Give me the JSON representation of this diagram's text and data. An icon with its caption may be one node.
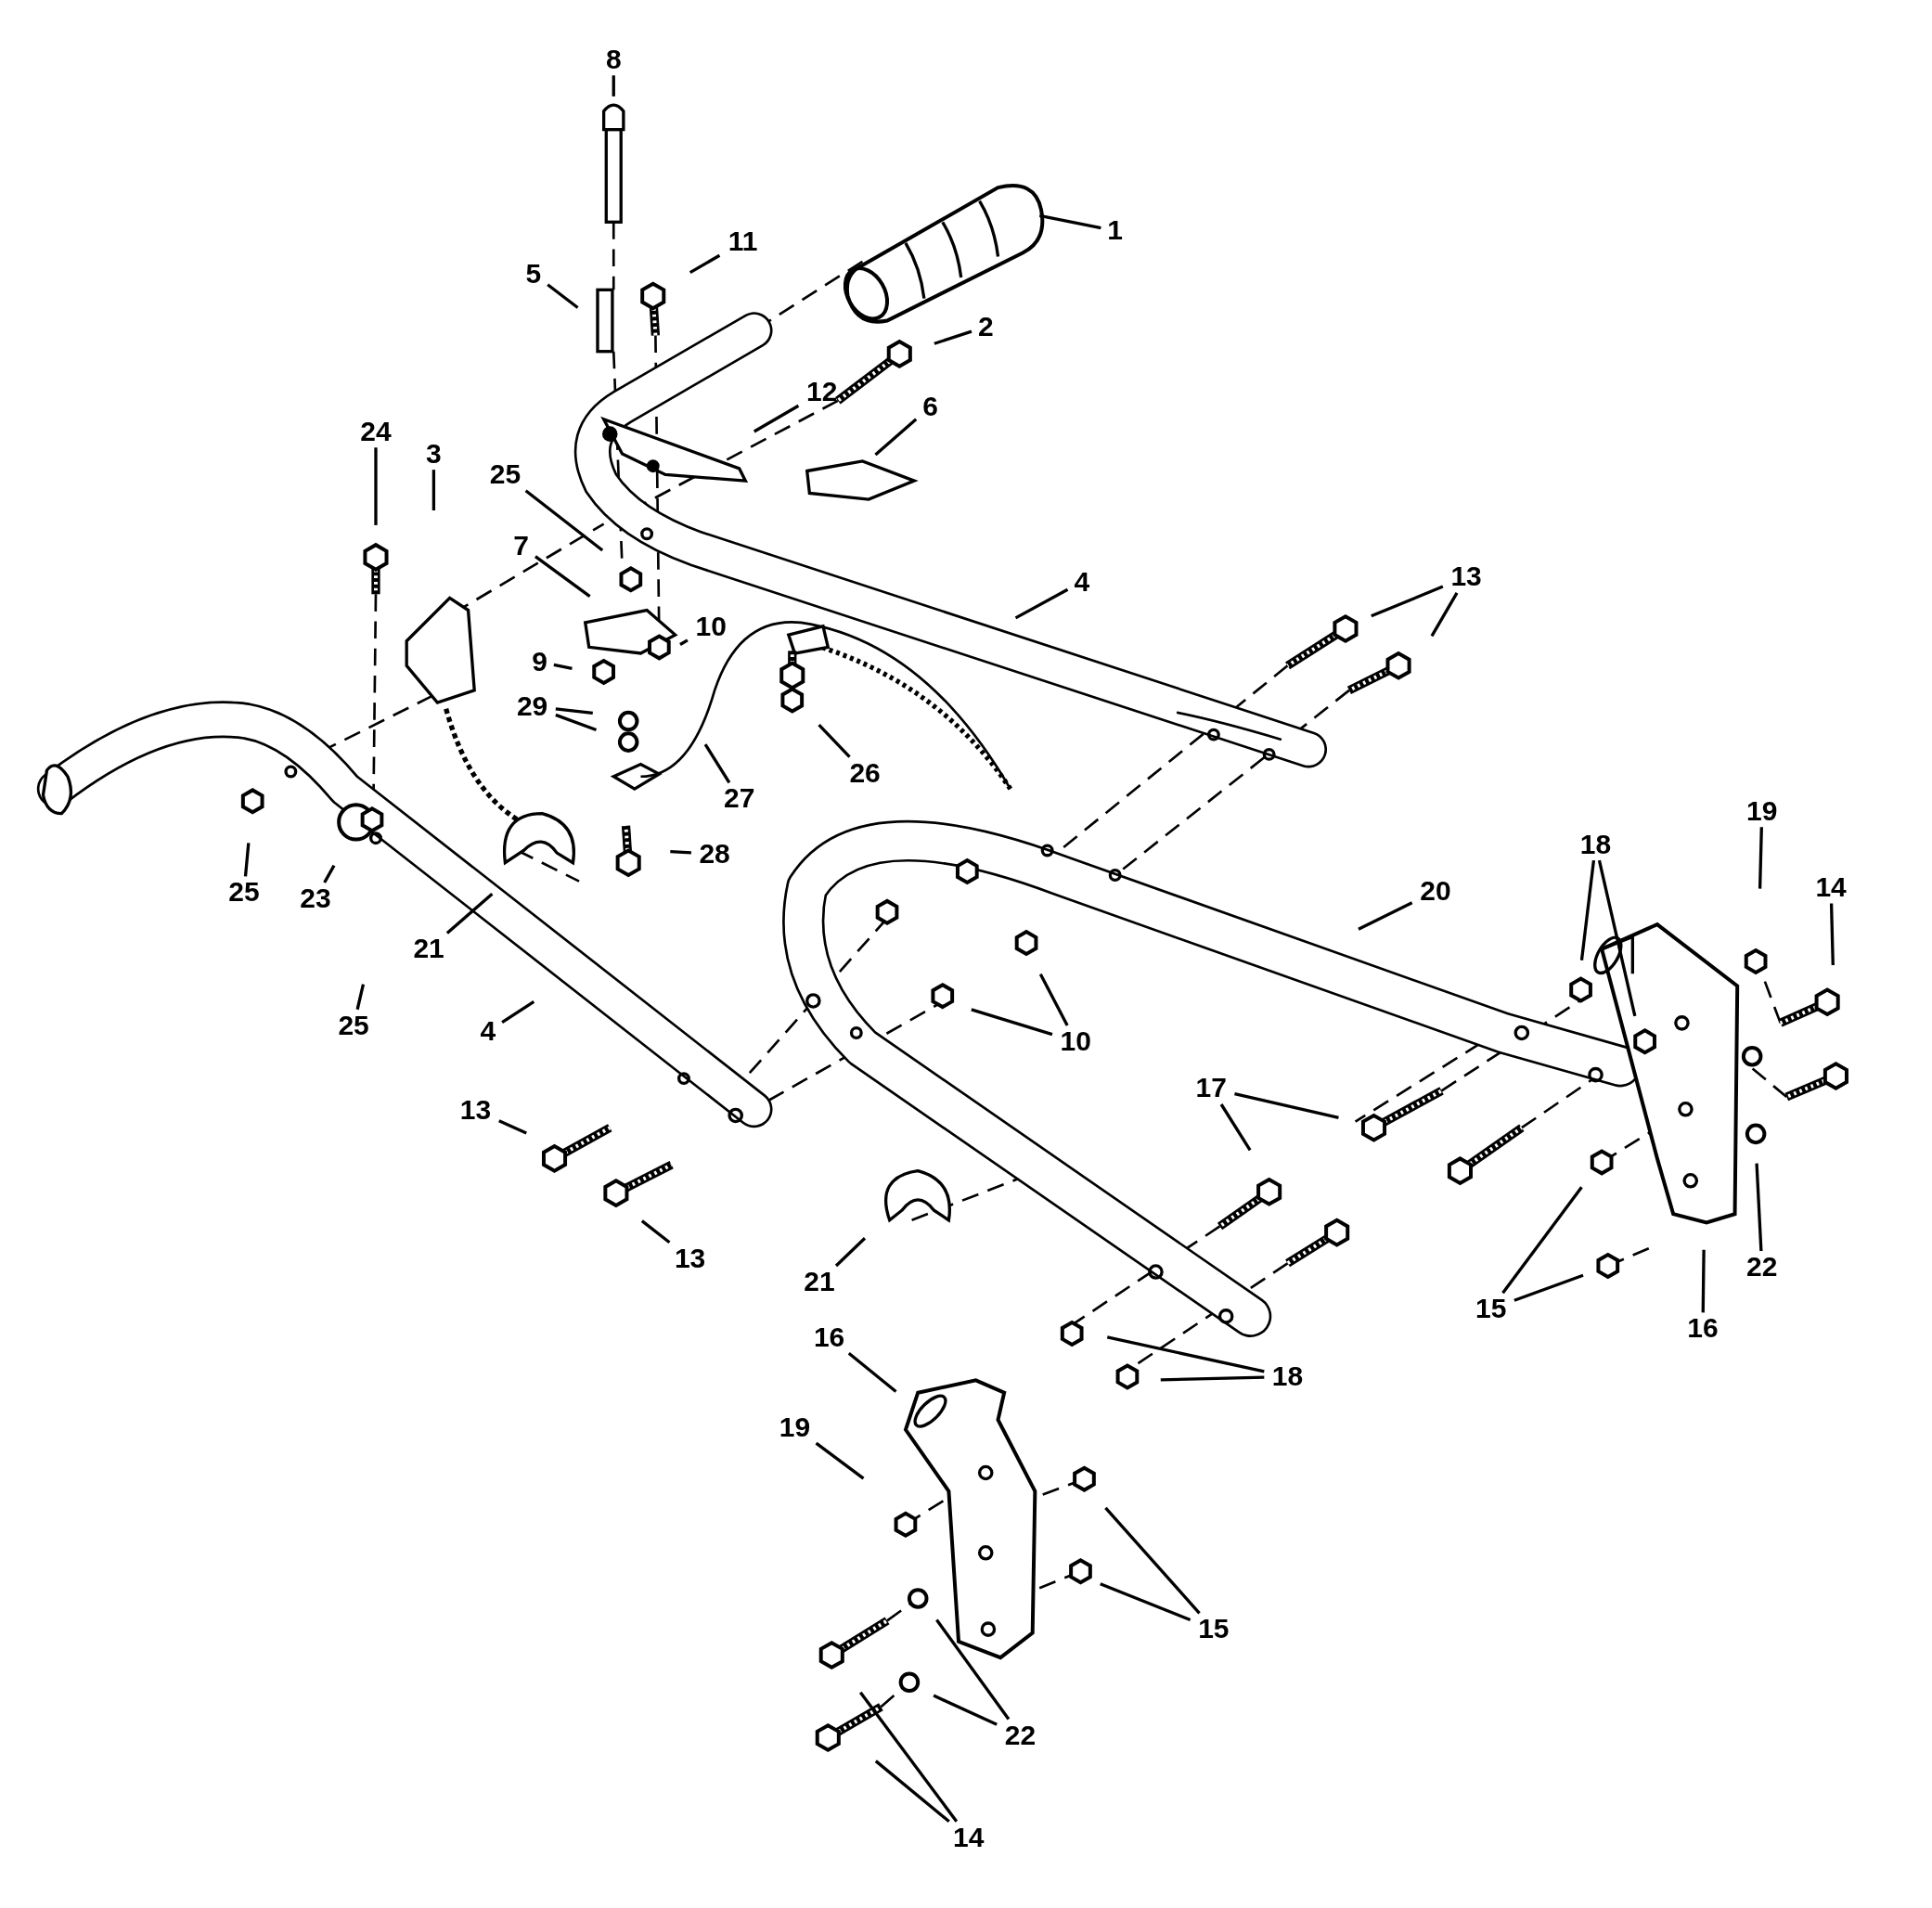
{
  "diagram": {
    "nodes": [
      {
        "text": [
          "8"
        ]
      },
      {
        "text": [
          "1"
        ]
      },
      {
        "text": [
          "11"
        ]
      },
      {
        "text": [
          "5"
        ]
      },
      {
        "text": [
          "2"
        ]
      },
      {
        "text": [
          "12"
        ]
      },
      {
        "text": [
          "6"
        ]
      },
      {
        "text": [
          "24"
        ]
      },
      {
        "text": [
          "3"
        ]
      },
      {
        "text": [
          "25"
        ]
      },
      {
        "text": [
          "7"
        ]
      },
      {
        "text": [
          "4"
        ]
      },
      {
        "text": [
          "13"
        ]
      },
      {
        "text": [
          "10"
        ]
      },
      {
        "text": [
          "9"
        ]
      },
      {
        "text": [
          "29"
        ]
      },
      {
        "text": [
          "26"
        ]
      },
      {
        "text": [
          "27"
        ]
      },
      {
        "text": [
          "19"
        ]
      },
      {
        "text": [
          "18"
        ]
      },
      {
        "text": [
          "28"
        ]
      },
      {
        "text": [
          "14"
        ]
      },
      {
        "text": [
          "20"
        ]
      },
      {
        "text": [
          "25"
        ]
      },
      {
        "text": [
          "23"
        ]
      },
      {
        "text": [
          "21"
        ]
      },
      {
        "text": [
          "25"
        ]
      },
      {
        "text": [
          "4"
        ]
      },
      {
        "text": [
          "10"
        ]
      },
      {
        "text": [
          "17"
        ]
      },
      {
        "text": [
          "13"
        ]
      },
      {
        "text": [
          "13"
        ]
      },
      {
        "text": [
          "22"
        ]
      },
      {
        "text": [
          "21"
        ]
      },
      {
        "text": [
          "15"
        ]
      },
      {
        "text": [
          "16"
        ]
      },
      {
        "text": [
          "16"
        ]
      },
      {
        "text": [
          "18"
        ]
      },
      {
        "text": [
          "19"
        ]
      },
      {
        "text": [
          "15"
        ]
      },
      {
        "text": [
          "22"
        ]
      },
      {
        "text": [
          "14"
        ]
      }
    ],
    "edges": [
      {
        "from": 0,
        "to": null,
        "arrow": "none"
      },
      {
        "from": 1,
        "to": null,
        "arrow": "none"
      },
      {
        "from": 2,
        "to": null,
        "arrow": "none"
      },
      {
        "from": 3,
        "to": null,
        "arrow": "none"
      },
      {
        "from": 4,
        "to": null,
        "arrow": "none"
      },
      {
        "from": 5,
        "to": null,
        "arrow": "none"
      },
      {
        "from": 6,
        "to": null,
        "arrow": "none"
      },
      {
        "from": 7,
        "to": null,
        "arrow": "none"
      },
      {
        "from": 8,
        "to": null,
        "arrow": "none"
      },
      {
        "from": 9,
        "to": null,
        "arrow": "none"
      },
      {
        "from": 10,
        "to": null,
        "arrow": "none"
      },
      {
        "from": 11,
        "to": null,
        "arrow": "none"
      },
      {
        "from": 12,
        "to": null,
        "arrow": "none"
      },
      {
        "from": 12,
        "to": null,
        "arrow": "none"
      },
      {
        "from": 13,
        "to": null,
        "arrow": "none"
      },
      {
        "from": 14,
        "to": null,
        "arrow": "none"
      },
      {
        "from": 15,
        "to": null,
        "arrow": "none"
      },
      {
        "from": 15,
        "to": null,
        "arrow": "none"
      },
      {
        "from": 16,
        "to": null,
        "arrow": "none"
      },
      {
        "from": 17,
        "to": null,
        "arrow": "none"
      },
      {
        "from": 18,
        "to": null,
        "arrow": "none"
      },
      {
        "from": 19,
        "to": null,
        "arrow": "none"
      },
      {
        "from": 19,
        "to": null,
        "arrow": "none"
      },
      {
        "from": 20,
        "to": null,
        "arrow": "none"
      },
      {
        "from": 21,
        "to": null,
        "arrow": "none"
      },
      {
        "from": 22,
        "to": null,
        "arrow": "none"
      },
      {
        "from": 23,
        "to": null,
        "arrow": "none"
      },
      {
        "from": 24,
        "to": null,
        "arrow": "none"
      },
      {
        "from": 25,
        "to": null,
        "arrow": "none"
      },
      {
        "from": 26,
        "to": null,
        "arrow": "none"
      },
      {
        "from": 27,
        "to": null,
        "arrow": "none"
      },
      {
        "from": 28,
        "to": null,
        "arrow": "none"
      },
      {
        "from": 28,
        "to": null,
        "arrow": "none"
      },
      {
        "from": 29,
        "to": null,
        "arrow": "none"
      },
      {
        "from": 29,
        "to": null,
        "arrow": "none"
      },
      {
        "from": 30,
        "to": null,
        "arrow": "none"
      },
      {
        "from": 31,
        "to": null,
        "arrow": "none"
      },
      {
        "from": 32,
        "to": null,
        "arrow": "none"
      },
      {
        "from": 33,
        "to": null,
        "arrow": "none"
      },
      {
        "from": 34,
        "to": null,
        "arrow": "none"
      },
      {
        "from": 34,
        "to": null,
        "arrow": "none"
      },
      {
        "from": 35,
        "to": null,
        "arrow": "none"
      },
      {
        "from": 36,
        "to": null,
        "arrow": "none"
      },
      {
        "from": 37,
        "to": null,
        "arrow": "none"
      },
      {
        "from": 37,
        "to": null,
        "arrow": "none"
      },
      {
        "from": 38,
        "to": null,
        "arrow": "none"
      },
      {
        "from": 39,
        "to": null,
        "arrow": "none"
      },
      {
        "from": 39,
        "to": null,
        "arrow": "none"
      },
      {
        "from": 40,
        "to": null,
        "arrow": "none"
      },
      {
        "from": 40,
        "to": null,
        "arrow": "none"
      },
      {
        "from": 41,
        "to": null,
        "arrow": "none"
      },
      {
        "from": 41,
        "to": null,
        "arrow": "none"
      }
    ]
  }
}
